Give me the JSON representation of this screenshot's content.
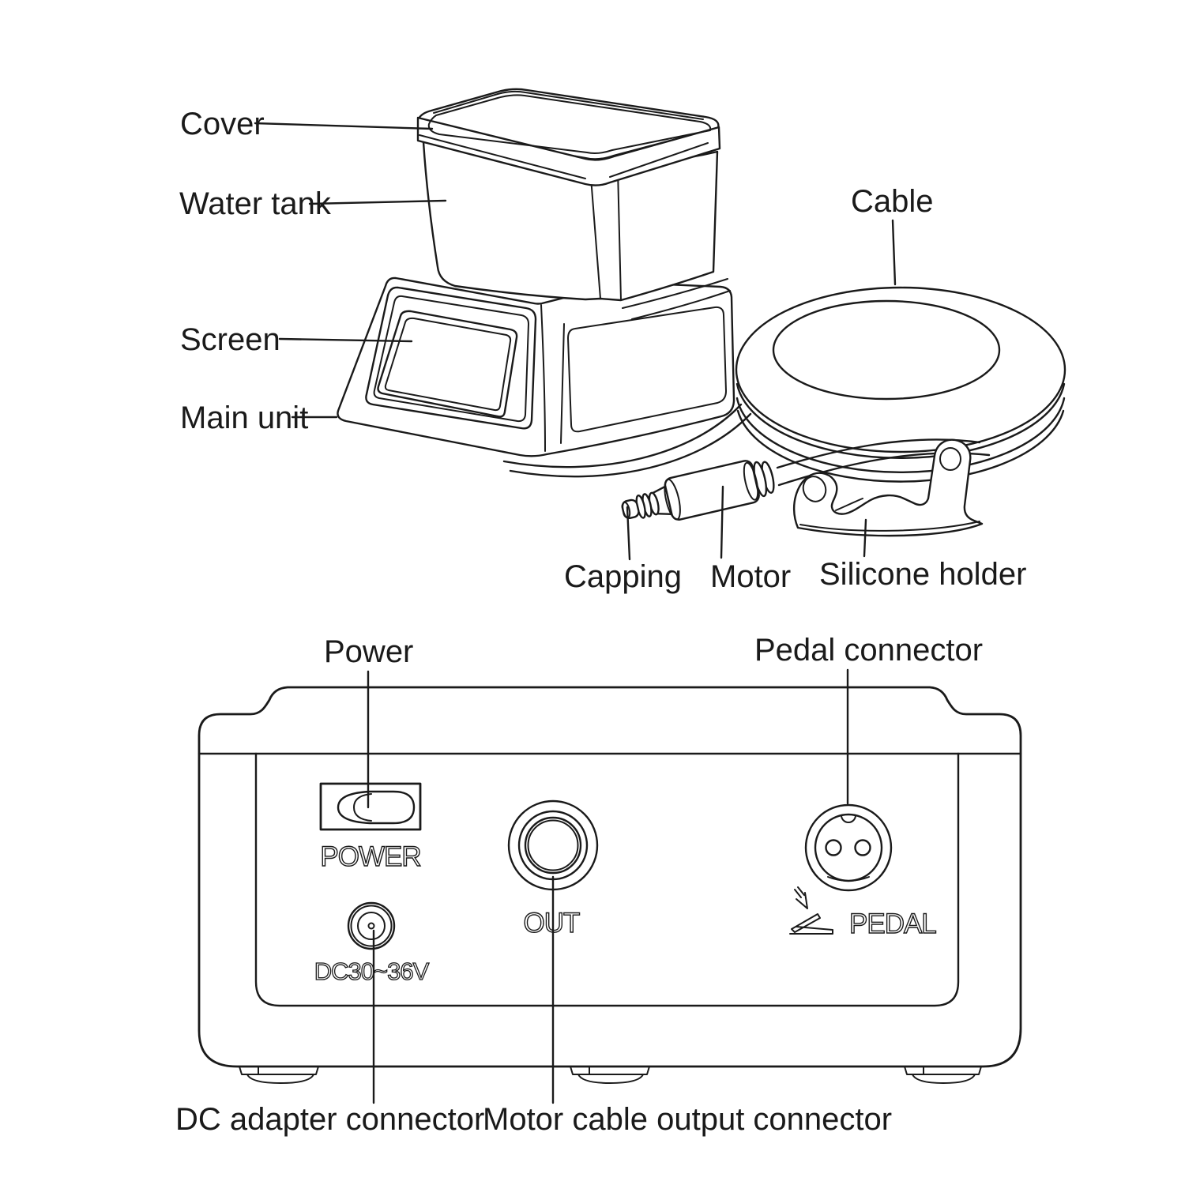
{
  "page": {
    "background": "#ffffff",
    "line_color": "#1a1a1a",
    "description": "Parts diagram of dental micromotor unit with water tank"
  },
  "overview_diagram": {
    "labels": {
      "cover": "Cover",
      "water_tank": "Water tank",
      "screen": "Screen",
      "main_unit": "Main unit",
      "cable": "Cable",
      "capping": "Capping",
      "motor": "Motor",
      "silicone_holder": "Silicone holder"
    }
  },
  "rear_panel_diagram": {
    "labels": {
      "power": "Power",
      "pedal_connector": "Pedal connector",
      "dc_adapter_connector": "DC adapter connector",
      "motor_cable_output_connector": "Motor cable output connector"
    },
    "panel_markings": {
      "power_switch": "POWER",
      "motor_output": "OUT",
      "dc_input": "DC30~36V",
      "pedal": "PEDAL"
    }
  }
}
